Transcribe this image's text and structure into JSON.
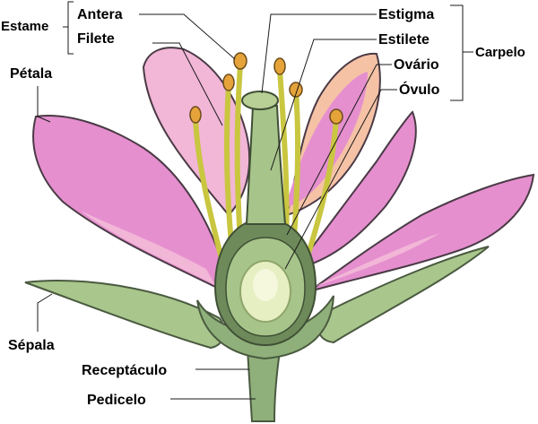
{
  "labels": {
    "estame": "Estame",
    "antera": "Antera",
    "filete": "Filete",
    "petala": "Pétala",
    "sepala": "Sépala",
    "receptaculo": "Receptáculo",
    "pedicelo": "Pedicelo",
    "estigma": "Estigma",
    "estilete": "Estilete",
    "ovario": "Ovário",
    "ovulo": "Óvulo",
    "carpelo": "Carpelo"
  },
  "colors": {
    "petal_pink": "#e58fcf",
    "petal_light": "#f2b6d7",
    "petal_peach": "#f5c2a6",
    "petal_outline": "#4a3a45",
    "sepal_green": "#a9c68c",
    "receptacle_green": "#8fb07a",
    "pistil_green": "#a7c48a",
    "ovary_dark": "#6e8a5a",
    "ovule_cream": "#e6efc2",
    "filament_yellow": "#c9c640",
    "anther_orange": "#e5a33a"
  }
}
